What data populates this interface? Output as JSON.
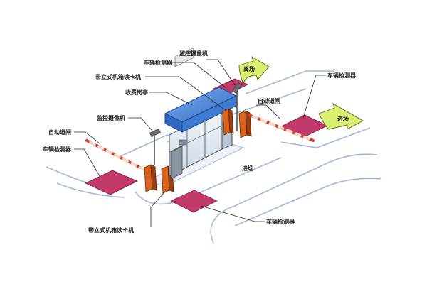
{
  "labels": {
    "vehicle_detector_top": "车辆检测器",
    "camera_top": "监控摄像机",
    "card_reader_top": "带立式机箱读卡机",
    "toll_booth": "收费岗亭",
    "camera_left": "监控摄像机",
    "auto_gate_left": "自动道闸",
    "vehicle_detector_left": "车辆检测器",
    "auto_gate_right": "自动道闸",
    "vehicle_detector_right": "车辆检测器",
    "exit_arrow": "离场",
    "entry_arrow": "进场",
    "entry_road": "进场",
    "vehicle_detector_bottom": "车辆检测器",
    "card_reader_bottom": "带立式机箱读卡机"
  },
  "colors": {
    "road": "#9fb8d6",
    "sensor_pad": "#c23a6b",
    "booth_roof": "#3e7bd1",
    "gate_post": "#d9621d",
    "barrier_red": "#d23a2a",
    "arrow_fill": "#d9ef6f"
  }
}
